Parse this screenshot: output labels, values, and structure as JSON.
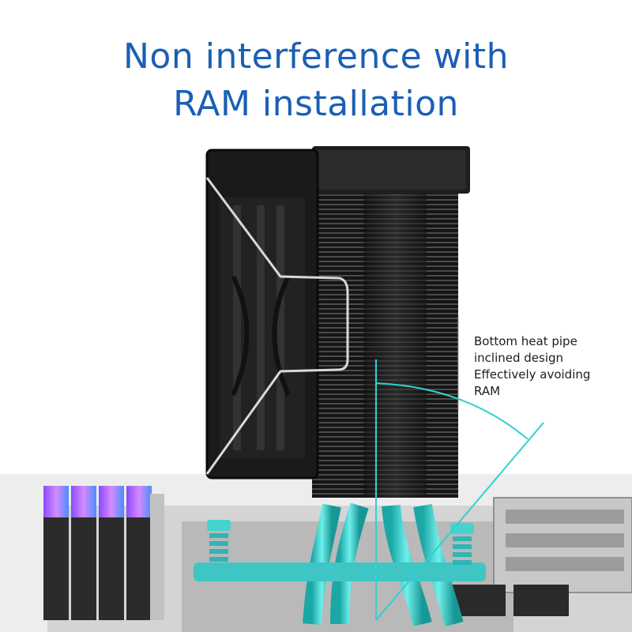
{
  "headline": {
    "line1": "Non interference with",
    "line2": "RAM installation"
  },
  "callout": {
    "line1": "Bottom heat pipe",
    "line2": "inclined design",
    "line3": "Effectively avoiding",
    "line4": "RAM"
  },
  "colors": {
    "headline": "#1a5fb4",
    "heatpipe_accent": "#2fd1cf",
    "heatsink": "#1b1b1b",
    "motherboard": "#cfcfcf"
  },
  "icons": [
    "cpu-cooler-icon",
    "fan-icon",
    "ram-stick-icon",
    "heat-pipe-icon",
    "mounting-screw-icon"
  ]
}
